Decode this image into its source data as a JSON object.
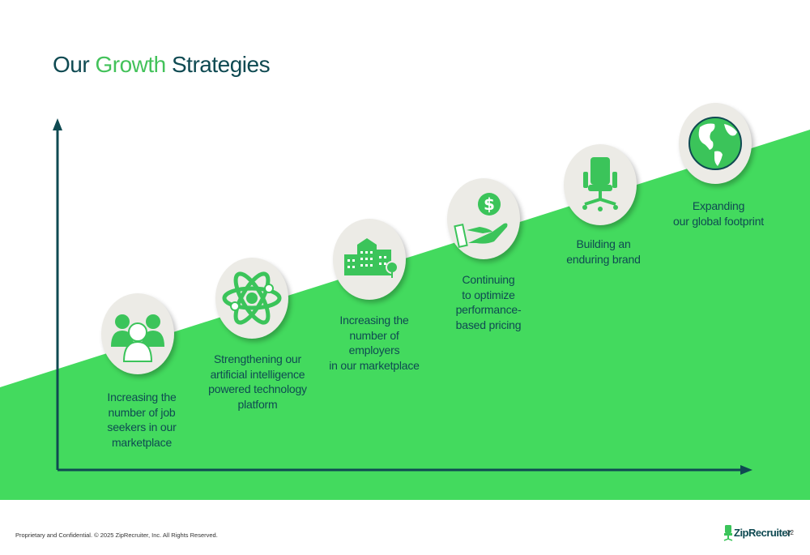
{
  "title": {
    "part1": "Our",
    "part2": "Growth",
    "part3": "Strategies"
  },
  "colors": {
    "accent_green": "#43DA5E",
    "dark_teal": "#0F4A52",
    "icon_bg": "#ECEBE6",
    "icon_green": "#3BC45A"
  },
  "steps": [
    {
      "icon": "people-icon",
      "label": "Increasing the\nnumber of job\nseekers in our\nmarketplace"
    },
    {
      "icon": "atom-icon",
      "label": "Strengthening our\nartificial intelligence\npowered technology\nplatform"
    },
    {
      "icon": "building-icon",
      "label": "Increasing the\nnumber of\nemployers\nin our marketplace"
    },
    {
      "icon": "dollar-hand-icon",
      "label": "Continuing\nto optimize\nperformance-\nbased pricing"
    },
    {
      "icon": "office-chair-icon",
      "label": "Building an\nenduring brand"
    },
    {
      "icon": "globe-icon",
      "label": "Expanding\nour global footprint"
    }
  ],
  "footer": {
    "legal": "Proprietary and Confidential. © 2025 ZipRecruiter, Inc. All Rights Reserved.",
    "logo_text": "ZipRecruiter",
    "page_number": "22"
  }
}
